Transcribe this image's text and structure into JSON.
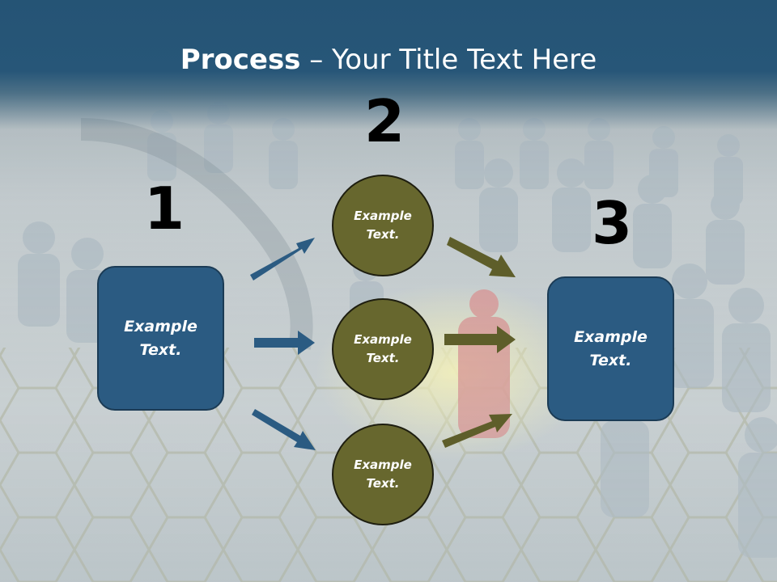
{
  "header": {
    "title_strong": "Process",
    "title_rest": " – Your Title Text Here"
  },
  "steps": {
    "one": "1",
    "two": "2",
    "three": "3"
  },
  "nodes": {
    "left_box": "Example Text.",
    "circle_top": "Example Text.",
    "circle_middle": "Example Text.",
    "circle_bottom": "Example Text.",
    "right_box": "Example Text."
  },
  "colors": {
    "header": "#275678",
    "box_fill": "#2b5b82",
    "circle_fill": "#67672e",
    "blue_arrow": "#2b5b82",
    "olive_arrow": "#5e5e2a"
  }
}
